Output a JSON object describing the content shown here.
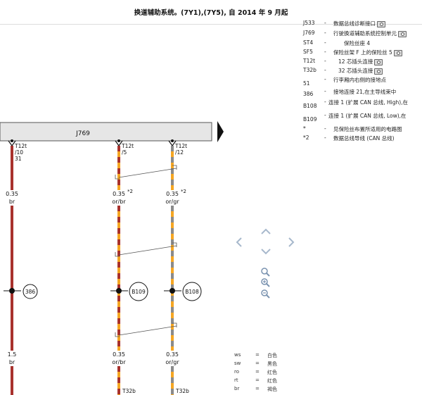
{
  "header": {
    "title": "换道辅助系统。(7Y1),(7Y5), 自 2014 年 9 月起"
  },
  "legend": [
    {
      "code": "J533",
      "dash": "-",
      "desc": "数据总线诊断接口",
      "camera": true
    },
    {
      "code": "J769",
      "dash": "-",
      "desc": "行驶换道辅助系统控制单元",
      "camera": true
    },
    {
      "code": "ST4",
      "dash": "-",
      "desc": "保险丝座 4",
      "camera": false
    },
    {
      "code": "SF5",
      "dash": "-",
      "desc": "保险丝架 F 上的保险丝 5",
      "camera": true
    },
    {
      "code": "T12t",
      "dash": "-",
      "desc": "12 芯插头连接",
      "camera": true
    },
    {
      "code": "T32b",
      "dash": "-",
      "desc": "32 芯插头连接",
      "camera": true
    },
    {
      "code": "51",
      "dash": "-",
      "desc": "行李厢内右侧的接地点",
      "camera": false
    },
    {
      "code": "386",
      "dash": "-",
      "desc": "接地连接 21,在主导线束中",
      "camera": false
    },
    {
      "code": "B108",
      "dash": "-",
      "desc": "连接 1 (扩展 CAN 总线, High),在",
      "camera": false
    },
    {
      "code": "B109",
      "dash": "-",
      "desc": "连接 1 (扩展 CAN 总线, Low),在",
      "camera": false
    },
    {
      "code": "*",
      "dash": "-",
      "desc": "见保险丝布置所适用的电路图",
      "camera": false
    },
    {
      "code": "*2",
      "dash": "-",
      "desc": "数据总线导线 (CAN 总线)",
      "camera": false
    }
  ],
  "diagram": {
    "component_label": "J769",
    "pins": [
      {
        "connector": "T12t",
        "pin": "/10",
        "extra": "31"
      },
      {
        "connector": "T12t",
        "pin": "/5",
        "extra": ""
      },
      {
        "connector": "T12t",
        "pin": "/12",
        "extra": ""
      }
    ],
    "wires_upper": [
      {
        "size": "0.35",
        "color": "br",
        "note": ""
      },
      {
        "size": "0.35",
        "color": "or/br",
        "note": "*2"
      },
      {
        "size": "0.35",
        "color": "or/gr",
        "note": "*2"
      }
    ],
    "junctions": [
      "386",
      "B109",
      "B108"
    ],
    "wires_lower": [
      {
        "size": "1.5",
        "color": "br"
      },
      {
        "size": "0.35",
        "color": "or/br"
      },
      {
        "size": "0.35",
        "color": "or/gr"
      }
    ],
    "bottom_connectors": [
      "T32b",
      "T32b"
    ]
  },
  "colors": [
    {
      "abbr": "ws",
      "eq": "=",
      "name": "白色"
    },
    {
      "abbr": "sw",
      "eq": "=",
      "name": "黑色"
    },
    {
      "abbr": "ro",
      "eq": "=",
      "name": "红色"
    },
    {
      "abbr": "rt",
      "eq": "=",
      "name": "红色"
    },
    {
      "abbr": "br",
      "eq": "=",
      "name": "褐色"
    }
  ],
  "nav": {
    "up_icon": "chevron-up-icon",
    "down_icon": "chevron-down-icon",
    "left_icon": "chevron-left-icon",
    "right_icon": "chevron-right-icon",
    "zoom_fit_icon": "zoom-fit-icon",
    "zoom_in_icon": "zoom-in-icon",
    "zoom_out_icon": "zoom-out-icon",
    "wire_colors": {
      "brown": "#a8322d",
      "orange": "#f5a623",
      "gray": "#8a8a8a"
    }
  }
}
